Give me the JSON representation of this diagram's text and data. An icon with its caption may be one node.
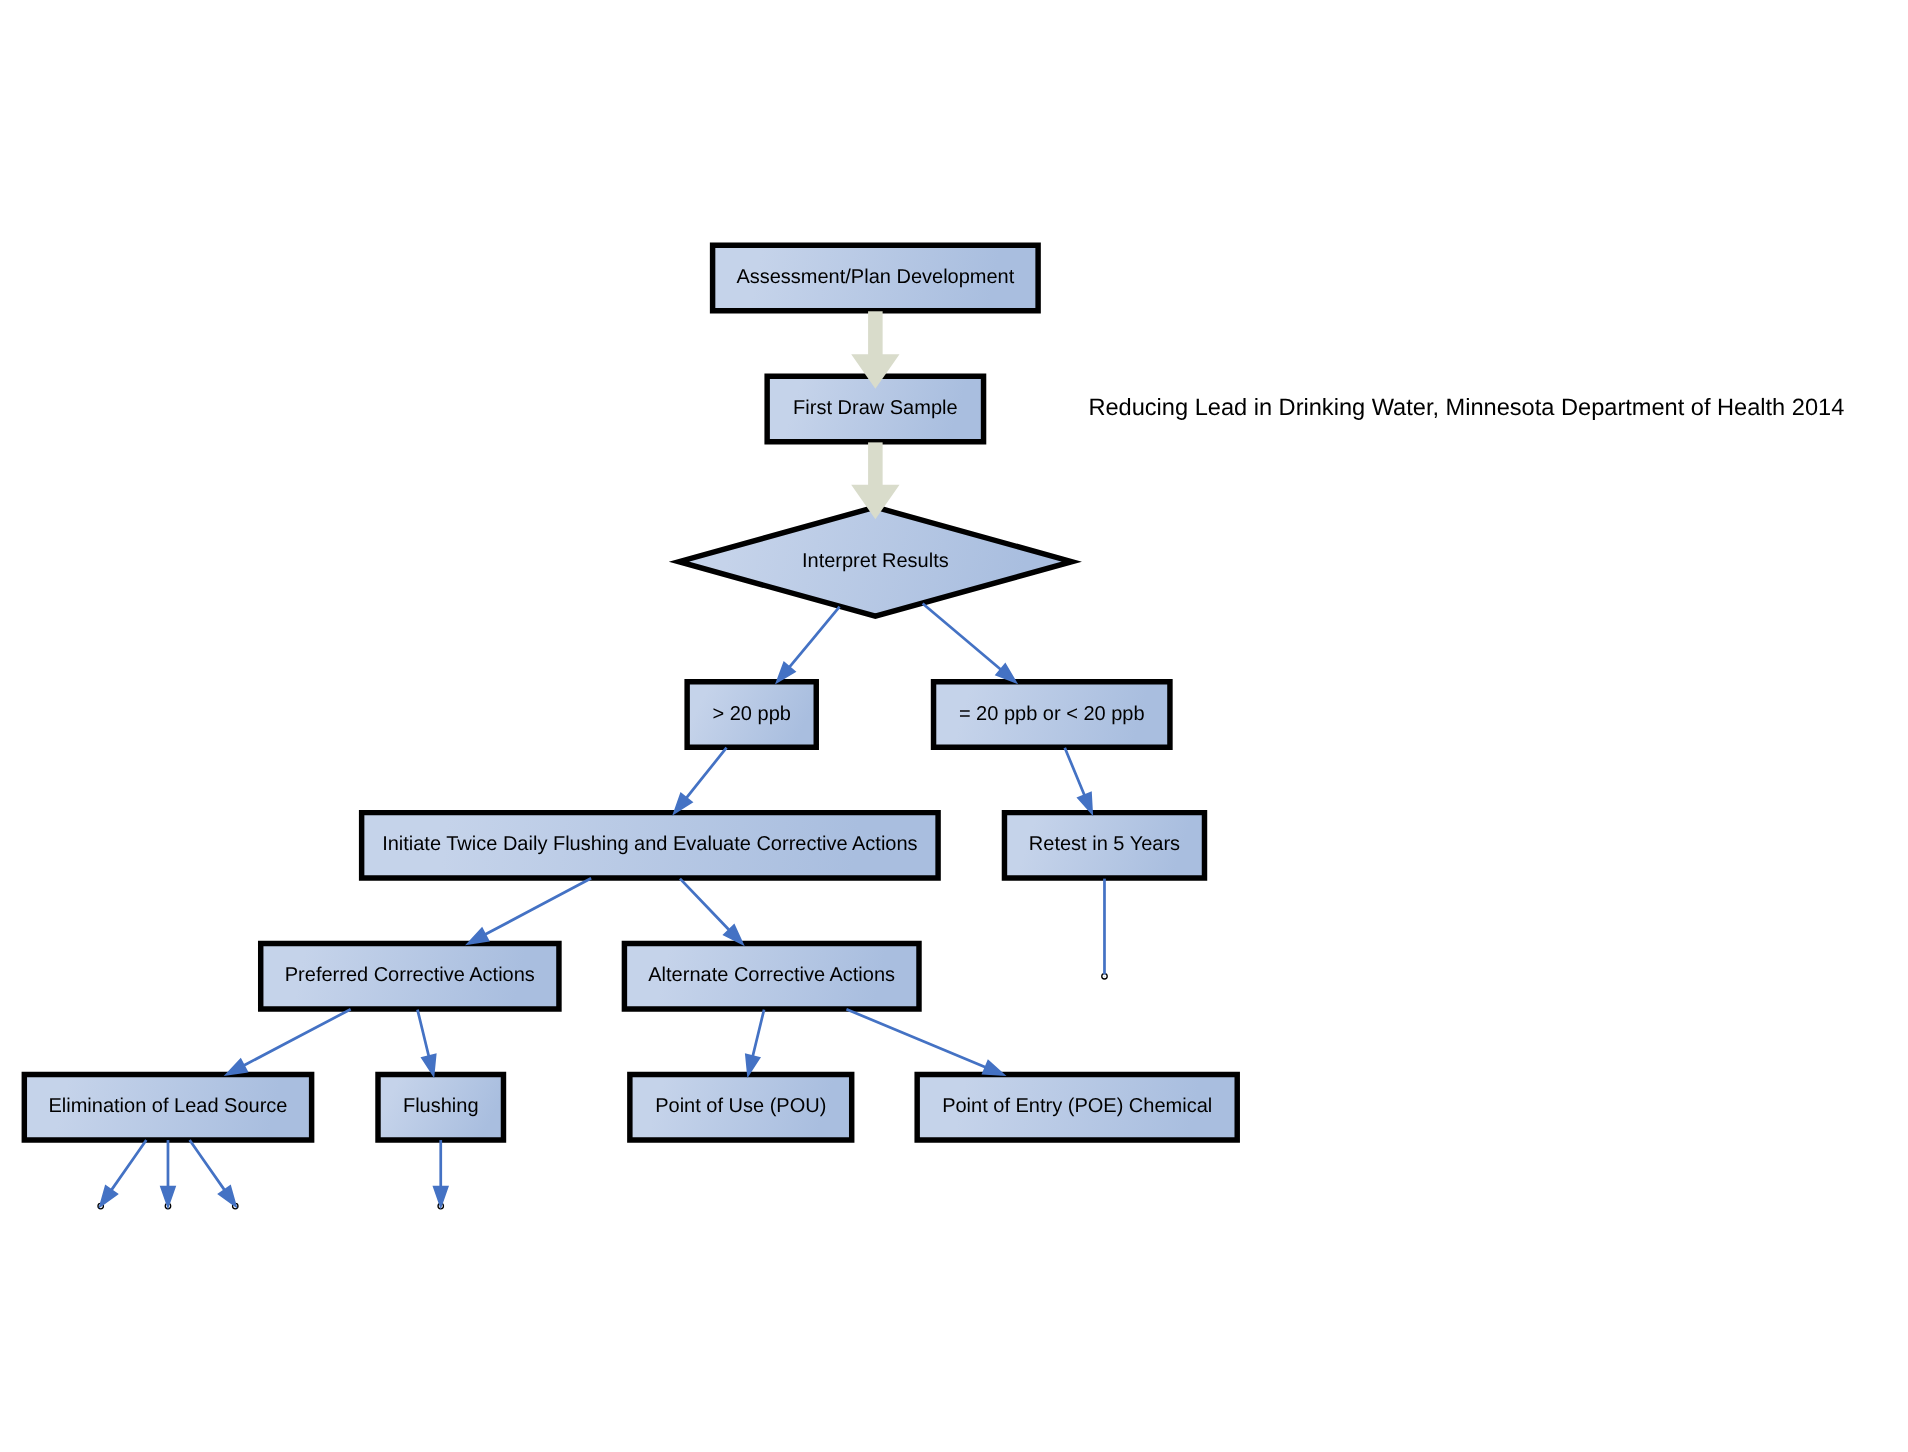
{
  "diagram": {
    "nodes": [
      {
        "text": [
          "Assessment/Plan Development"
        ]
      },
      {
        "text": [
          "First Draw Sample"
        ]
      },
      {
        "text": [
          "Interpret Results"
        ]
      },
      {
        "text": [
          "> 20 ppb"
        ]
      },
      {
        "text": [
          "= 20 ppb or < 20 ppb"
        ]
      },
      {
        "text": [
          "Initiate Twice Daily Flushing and Evaluate Corrective Actions"
        ]
      },
      {
        "text": [
          "Retest in 5 Years"
        ]
      },
      {
        "text": [
          "Preferred Corrective Actions"
        ]
      },
      {
        "text": [
          "Alternate Corrective Actions"
        ]
      },
      {
        "text": [
          "Elimination of Lead Source"
        ]
      },
      {
        "text": [
          "Flushing"
        ]
      },
      {
        "text": [
          "Point of Use (POU)"
        ]
      },
      {
        "text": [
          "Point of Entry (POE) Chemical"
        ]
      }
    ],
    "edges": [
      {
        "from": 0,
        "to": 1,
        "arrow": "to",
        "style": "thick",
        "color": "#d9dccb"
      },
      {
        "from": 1,
        "to": 2,
        "arrow": "to",
        "style": "thick",
        "color": "#d9dccb"
      },
      {
        "from": 2,
        "to": 3,
        "arrow": "to"
      },
      {
        "from": 2,
        "to": 4,
        "arrow": "to"
      },
      {
        "from": 3,
        "to": 5,
        "arrow": "to"
      },
      {
        "from": 4,
        "to": 6,
        "arrow": "to"
      },
      {
        "from": 5,
        "to": 7,
        "arrow": "to"
      },
      {
        "from": 5,
        "to": 8,
        "arrow": "to"
      },
      {
        "from": 7,
        "to": 9,
        "arrow": "to"
      },
      {
        "from": 7,
        "to": 10,
        "arrow": "to"
      },
      {
        "from": 8,
        "to": 11,
        "arrow": "to"
      },
      {
        "from": 8,
        "to": 12,
        "arrow": "to"
      },
      {
        "from": 9,
        "to": null,
        "arrow": "to"
      },
      {
        "from": 9,
        "to": null,
        "arrow": "to"
      },
      {
        "from": 9,
        "to": null,
        "arrow": "to"
      },
      {
        "from": 10,
        "to": null,
        "arrow": "to"
      },
      {
        "from": 6,
        "to": null,
        "arrow": "none"
      }
    ],
    "labels": [
      "Reducing Lead in Drinking Water, Minnesota Department of Health 2014"
    ]
  }
}
